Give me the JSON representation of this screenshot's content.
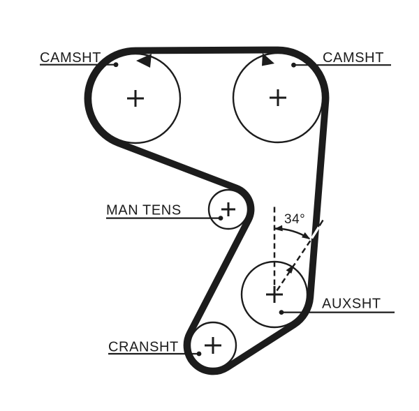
{
  "figure": {
    "kind": "timing-belt-routing-diagram",
    "background_color": "#ffffff",
    "ink_color": "#1c1c1c"
  },
  "labels": {
    "camshaft_left": "CAMSHT",
    "camshaft_right": "CAMSHT",
    "manual_tensioner": "MAN TENS",
    "crankshaft": "CRANSHT",
    "auxiliary_shaft": "AUXSHT"
  },
  "annotations": {
    "belt_angle": "34°",
    "center_mark_glyph": "+"
  }
}
